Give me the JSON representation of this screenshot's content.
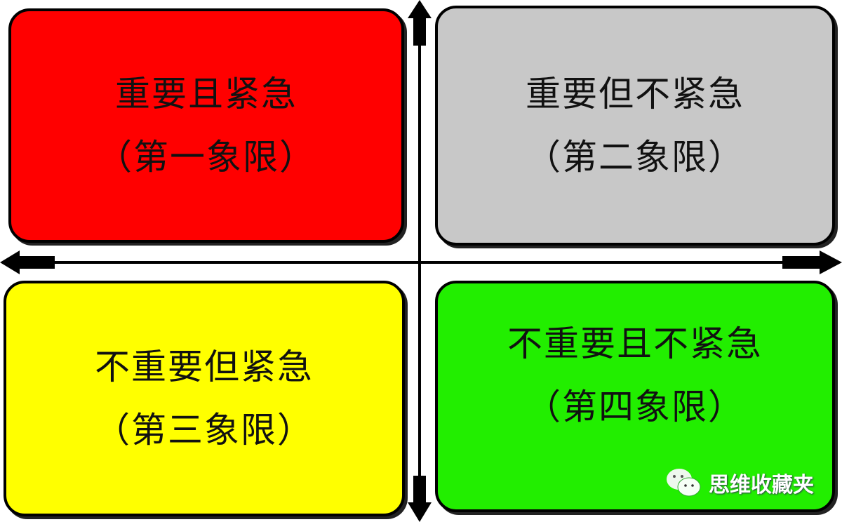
{
  "quadrants": [
    {
      "title": "重要且紧急",
      "subtitle": "（第一象限）",
      "color": "#ff0000"
    },
    {
      "title": "重要但不紧急",
      "subtitle": "（第二象限）",
      "color": "#c8c8c8"
    },
    {
      "title": "不重要但紧急",
      "subtitle": "（第三象限）",
      "color": "#ffff00"
    },
    {
      "title": "不重要且不紧急",
      "subtitle": "（第四象限）",
      "color": "#22ee00"
    }
  ],
  "watermark": {
    "icon": "wechat-icon",
    "text": "思维收藏夹"
  }
}
